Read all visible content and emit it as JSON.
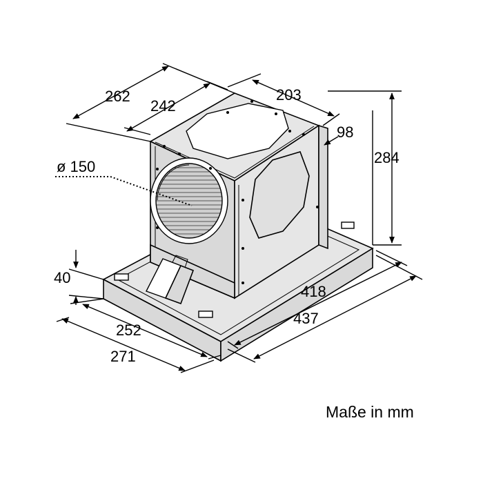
{
  "dimensions": {
    "d262": "262",
    "d242": "242",
    "d203": "203",
    "d98": "98",
    "d284": "284",
    "d150": "ø 150",
    "d40": "40",
    "d418": "418",
    "d437": "437",
    "d252": "252",
    "d271": "271"
  },
  "caption": "Maße in mm"
}
